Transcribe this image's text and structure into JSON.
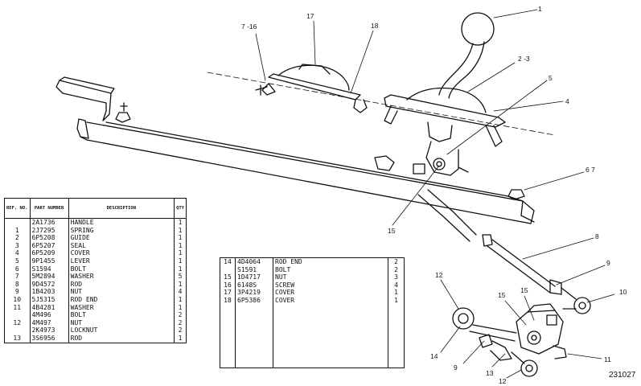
{
  "callouts": {
    "c1": "1",
    "c2_3": "2 -3",
    "c4": "4",
    "c5": "5",
    "c6_7": "6 7",
    "c7_16": "7 -16",
    "c17": "17",
    "c18": "18",
    "c15a": "15",
    "c8": "8",
    "c9a": "9",
    "c10": "10",
    "c12a": "12",
    "c15b": "15",
    "c15c": "15",
    "c14": "14",
    "c9b": "9",
    "c13": "13",
    "c12b": "12",
    "c11": "11"
  },
  "drawing_number": "231027",
  "table_left": {
    "headers": {
      "ref": "REF. NO.",
      "part": "PART NUMBER",
      "desc": "DESCRIPTION",
      "qty": "QTY"
    },
    "rows": [
      {
        "ref": "",
        "pn": "2A1736",
        "desc": "HANDLE",
        "qty": "1"
      },
      {
        "ref": "1",
        "pn": "2J7295",
        "desc": "SPRING",
        "qty": "1"
      },
      {
        "ref": "2",
        "pn": "6P5208",
        "desc": "GUIDE",
        "qty": "1"
      },
      {
        "ref": "3",
        "pn": "6P5207",
        "desc": "SEAL",
        "qty": "1"
      },
      {
        "ref": "4",
        "pn": "6P5209",
        "desc": "COVER",
        "qty": "1"
      },
      {
        "ref": "5",
        "pn": "9P1455",
        "desc": "LEVER",
        "qty": "1"
      },
      {
        "ref": "6",
        "pn": "S1594",
        "desc": "BOLT",
        "qty": "1"
      },
      {
        "ref": "7",
        "pn": "5M2894",
        "desc": "WASHER",
        "qty": "5"
      },
      {
        "ref": "8",
        "pn": "9D4572",
        "desc": "ROD",
        "qty": "1"
      },
      {
        "ref": "9",
        "pn": "1B4203",
        "desc": "NUT",
        "qty": "4"
      },
      {
        "ref": "10",
        "pn": "5J5315",
        "desc": "ROD END",
        "qty": "1"
      },
      {
        "ref": "11",
        "pn": "4B4281",
        "desc": "WASHER",
        "qty": "1"
      },
      {
        "ref": "",
        "pn": "4M496",
        "desc": "BOLT",
        "qty": "2"
      },
      {
        "ref": "12",
        "pn": "4M497",
        "desc": "NUT",
        "qty": "2"
      },
      {
        "ref": "",
        "pn": "2K4973",
        "desc": "LOCKNUT",
        "qty": "2"
      },
      {
        "ref": "13",
        "pn": "3S6956",
        "desc": "ROD",
        "qty": "1"
      }
    ]
  },
  "table_right": {
    "rows": [
      {
        "ref": "14",
        "pn": "4D4064",
        "desc": "ROD END",
        "qty": "2"
      },
      {
        "ref": "",
        "pn": "S1591",
        "desc": "BOLT",
        "qty": "2"
      },
      {
        "ref": "15",
        "pn": "1D4717",
        "desc": "NUT",
        "qty": "3"
      },
      {
        "ref": "16",
        "pn": "6148S",
        "desc": "SCREW",
        "qty": "4"
      },
      {
        "ref": "17",
        "pn": "3P4219",
        "desc": "COVER",
        "qty": "1"
      },
      {
        "ref": "18",
        "pn": "6P5386",
        "desc": "COVER",
        "qty": "1"
      }
    ]
  }
}
